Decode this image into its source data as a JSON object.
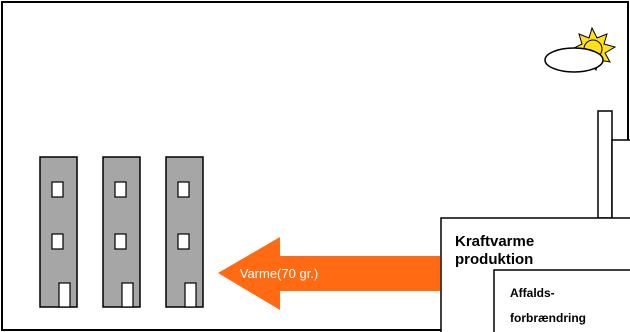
{
  "arrow": {
    "label": "Varme(70 gr.)",
    "color": "#ff6a13"
  },
  "chp_plant": {
    "line1": "Kraftvarme",
    "line2": "produktion"
  },
  "waste_plant": {
    "line1": "Affalds-",
    "line2": "forbrændring"
  },
  "colors": {
    "building": "#a6a6a6",
    "sun": "#ffe01a",
    "outline": "#000000"
  },
  "buildings": [
    {
      "name": "building-1"
    },
    {
      "name": "building-2"
    },
    {
      "name": "building-3"
    }
  ],
  "icons": [
    "sun-icon",
    "cloud-icon"
  ]
}
